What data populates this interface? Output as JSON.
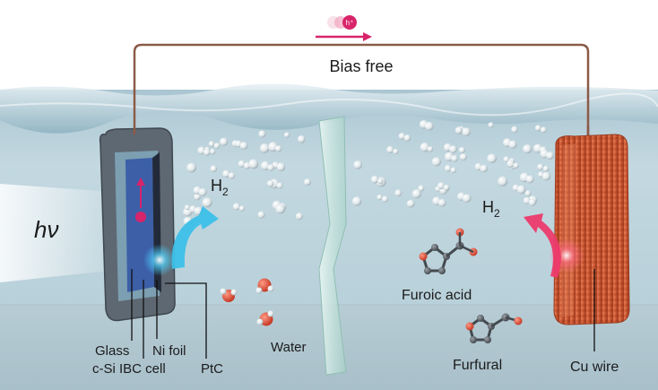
{
  "diagram": {
    "top_label": "Bias free",
    "light_label": "hν",
    "left_product": {
      "base": "H",
      "sub": "2"
    },
    "right_product": {
      "base": "H",
      "sub": "2"
    },
    "hole_symbol": "h⁺",
    "labels": {
      "glass": "Glass",
      "csi_ibc_cell": "c-Si IBC cell",
      "ni_foil": "Ni foil",
      "ptc": "PtC",
      "water": "Water",
      "furoic_acid": "Furoic acid",
      "furfural": "Furfural",
      "cu_wire": "Cu wire"
    }
  },
  "colors": {
    "water": "#b9d2dc",
    "water_deep": "#9fbecb",
    "wire": "#8c5a48",
    "cell_frame": "#5e6872",
    "cu_electrode": "#c7532f",
    "arrow_left": "#3cc0e8",
    "arrow_right": "#ec3a6c",
    "current_arrow": "#d8246a"
  }
}
